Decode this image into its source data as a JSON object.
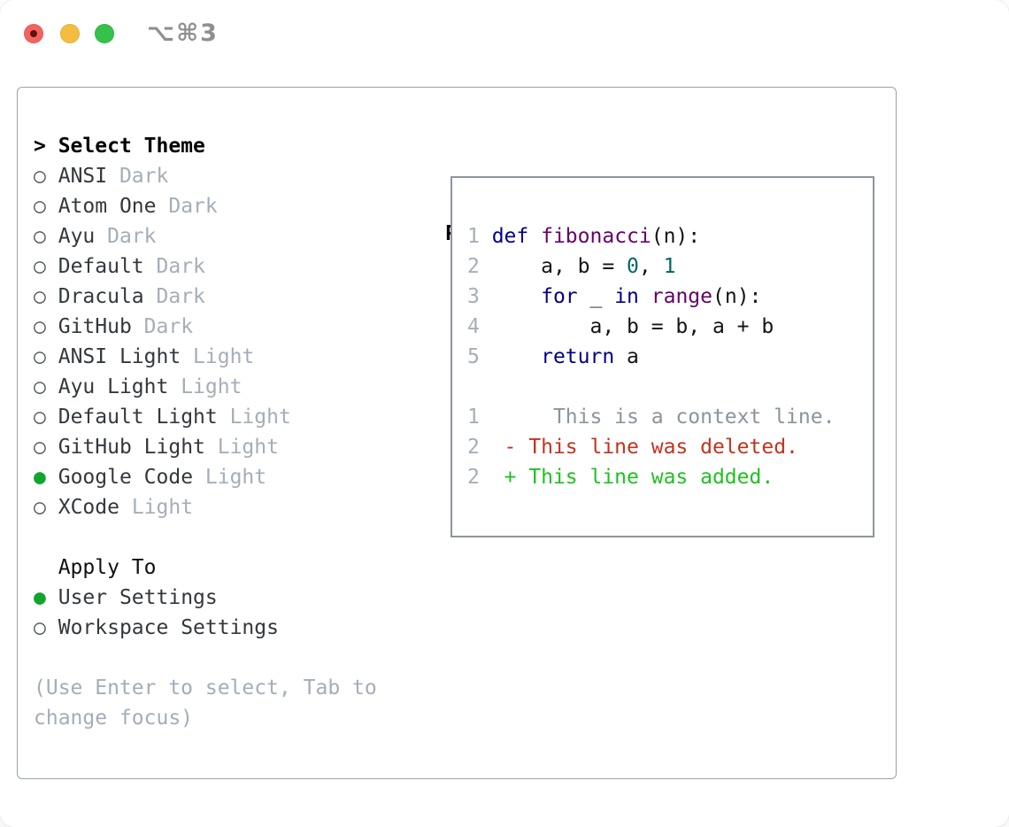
{
  "window": {
    "title": "⌥⌘3"
  },
  "traffic_lights": {
    "close_color": "#f4645f",
    "close_dot_color": "#5f1410",
    "minimize_color": "#f5bd3f",
    "zoom_color": "#35c24a"
  },
  "theme_list": {
    "header_prefix": "> ",
    "header": "Select Theme",
    "icons": {
      "selected": "●",
      "unselected": "○"
    },
    "items": [
      {
        "name": "ANSI",
        "variant": "Dark",
        "selected": false
      },
      {
        "name": "Atom One",
        "variant": "Dark",
        "selected": false
      },
      {
        "name": "Ayu",
        "variant": "Dark",
        "selected": false
      },
      {
        "name": "Default",
        "variant": "Dark",
        "selected": false
      },
      {
        "name": "Dracula",
        "variant": "Dark",
        "selected": false
      },
      {
        "name": "GitHub",
        "variant": "Dark",
        "selected": false
      },
      {
        "name": "ANSI Light",
        "variant": "Light",
        "selected": false
      },
      {
        "name": "Ayu Light",
        "variant": "Light",
        "selected": false
      },
      {
        "name": "Default Light",
        "variant": "Light",
        "selected": false
      },
      {
        "name": "GitHub Light",
        "variant": "Light",
        "selected": false
      },
      {
        "name": "Google Code",
        "variant": "Light",
        "selected": true
      },
      {
        "name": "XCode",
        "variant": "Light",
        "selected": false
      }
    ]
  },
  "apply_to": {
    "header": "Apply To",
    "options": [
      {
        "label": "User Settings",
        "selected": true
      },
      {
        "label": "Workspace Settings",
        "selected": false
      }
    ]
  },
  "help": {
    "lines": [
      "(Use Enter to select, Tab to",
      "change focus)"
    ]
  },
  "preview": {
    "header": "Preview",
    "lines": [
      {
        "n": "1",
        "segments": [
          {
            "style": "kw",
            "text": "def"
          },
          {
            "style": "plain",
            "text": " "
          },
          {
            "style": "fn",
            "text": "fibonacci"
          },
          {
            "style": "plain",
            "text": "(n):"
          }
        ]
      },
      {
        "n": "2",
        "segments": [
          {
            "style": "plain",
            "text": "    a, b = "
          },
          {
            "style": "num",
            "text": "0"
          },
          {
            "style": "plain",
            "text": ", "
          },
          {
            "style": "num",
            "text": "1"
          }
        ]
      },
      {
        "n": "3",
        "segments": [
          {
            "style": "plain",
            "text": "    "
          },
          {
            "style": "kw",
            "text": "for"
          },
          {
            "style": "plain",
            "text": " _ "
          },
          {
            "style": "kw",
            "text": "in"
          },
          {
            "style": "plain",
            "text": " "
          },
          {
            "style": "fn",
            "text": "range"
          },
          {
            "style": "plain",
            "text": "(n):"
          }
        ]
      },
      {
        "n": "4",
        "segments": [
          {
            "style": "plain",
            "text": "        a, b = b, a + b"
          }
        ]
      },
      {
        "n": "5",
        "segments": [
          {
            "style": "plain",
            "text": "    "
          },
          {
            "style": "kw",
            "text": "return"
          },
          {
            "style": "plain",
            "text": " a"
          }
        ]
      },
      {
        "n": "",
        "segments": []
      },
      {
        "n": "1",
        "segments": [
          {
            "style": "ctx",
            "text": "     This is a context line."
          }
        ]
      },
      {
        "n": "2",
        "segments": [
          {
            "style": "del",
            "text": " - This line was deleted."
          }
        ]
      },
      {
        "n": "2",
        "segments": [
          {
            "style": "add",
            "text": " + This line was added."
          }
        ]
      }
    ]
  },
  "colors": {
    "selection_green": "#10a52c",
    "added_green": "#1ec121",
    "deleted_red": "#c2331d",
    "keyword_blue": "#000088",
    "function_purple": "#660066",
    "number_teal": "#006666",
    "muted_gray": "#a4aeb8",
    "context_gray": "#8a949d",
    "panel_border": "#99a1ac",
    "preview_border": "#8d949d",
    "title_gray": "#8f8f8f"
  }
}
